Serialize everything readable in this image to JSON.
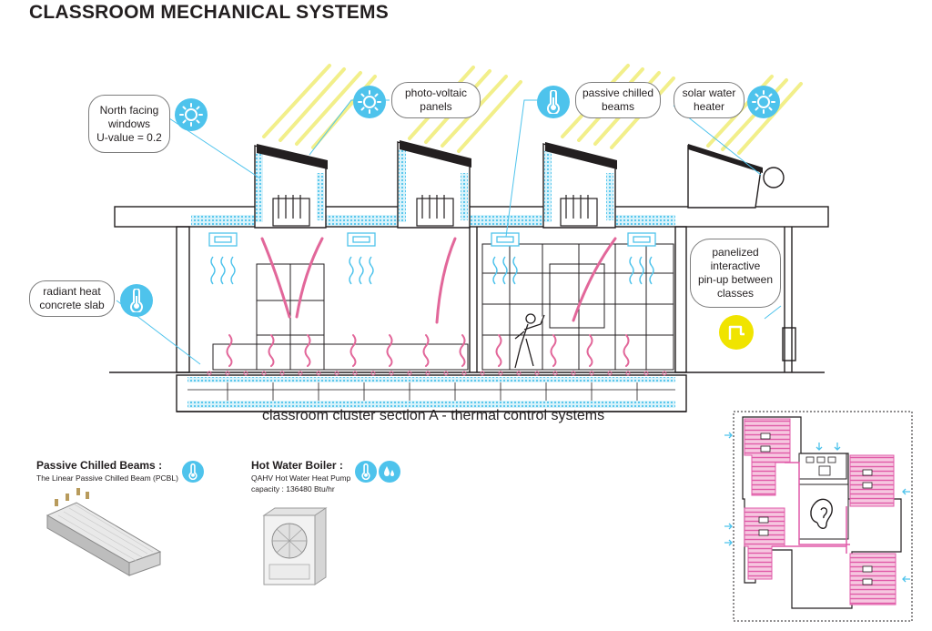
{
  "title": "CLASSROOM MECHANICAL SYSTEMS",
  "labels": {
    "north_windows": "North facing\nwindows\nU-value = 0.2",
    "pv_panels": "photo-voltaic\npanels",
    "chilled_beams": "passive chilled\nbeams",
    "solar_heater": "solar water\nheater",
    "radiant_slab": "radiant heat\nconcrete slab",
    "pinup": "panelized\ninteractive\npin-up between\nclasses"
  },
  "section_caption": "classroom cluster section A - thermal control systems",
  "products": {
    "chilled_beam": {
      "title": "Passive Chilled Beams :",
      "subtitle": "The Linear Passive Chilled Beam (PCBL)"
    },
    "boiler": {
      "title": "Hot Water Boiler :",
      "subtitle": "QAHV Hot Water Heat Pump\ncapacity : 136480 Btu/hr"
    }
  },
  "colors": {
    "accent_blue": "#4ec3ec",
    "heat_pink": "#e2679a",
    "sun_yellow": "#f2ef8a",
    "pinup_yellow": "#f0e400",
    "line_gray": "#231f20"
  },
  "icons": [
    "sun-icon",
    "thermometer-icon",
    "water-drops-icon",
    "pinup-icon",
    "ear-icon"
  ]
}
